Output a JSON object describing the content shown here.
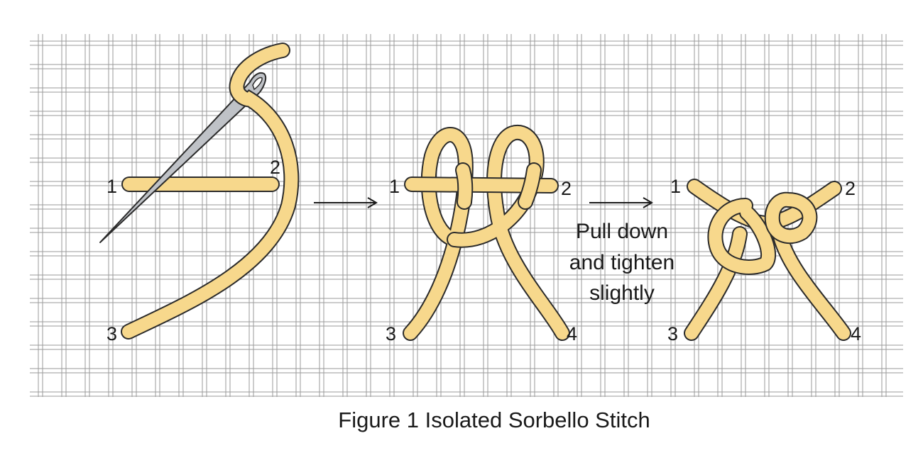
{
  "diagram": {
    "caption": "Figure 1  Isolated Sorbello Stitch",
    "instruction_lines": [
      "Pull down",
      "and tighten",
      "slightly"
    ],
    "colors": {
      "background": "#ffffff",
      "canvas_thread": "#ffffff",
      "canvas_outline": "#9a9a9a",
      "yarn_fill": "#f7d88c",
      "yarn_outline": "#2b2b2b",
      "needle_fill": "#bfc2c7",
      "arrow": "#1a1a1a"
    },
    "panels": [
      {
        "name": "step-1",
        "labels": [
          "1",
          "2",
          "3"
        ]
      },
      {
        "name": "step-2",
        "labels": [
          "1",
          "2",
          "3",
          "4"
        ]
      },
      {
        "name": "step-3",
        "labels": [
          "1",
          "2",
          "3",
          "4"
        ]
      }
    ]
  }
}
